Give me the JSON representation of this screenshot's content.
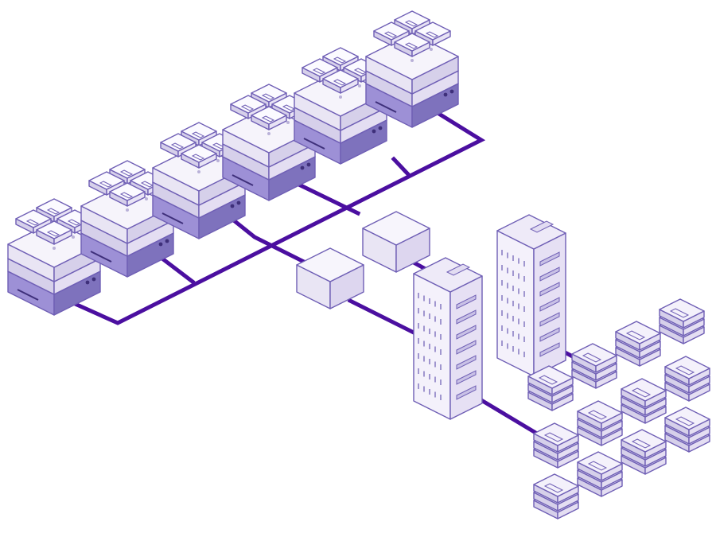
{
  "diagram": {
    "kind": "isometric network storage illustration",
    "labels": [],
    "colors": {
      "link": "#4b0fa0",
      "outline": "#6f5fb5",
      "panel_light": "#f6f4fb",
      "panel_mid": "#e9e5f4",
      "panel_side": "#d6d0ea",
      "server_top": "#bdb3e6",
      "server_front": "#9d90d6",
      "server_side": "#7e72bd",
      "dot": "#3e2f7a"
    },
    "nodes": {
      "storage_stacks": 6,
      "drive_tiles_per_stack": 4,
      "junction_boxes": 2,
      "rack_towers": 2,
      "drive_array_blocks": 12,
      "drives_per_block": 3
    }
  }
}
